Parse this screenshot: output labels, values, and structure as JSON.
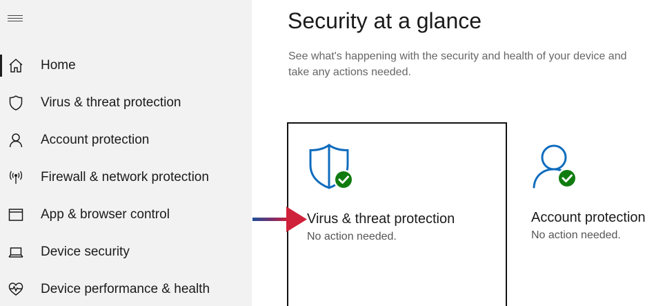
{
  "sidebar": {
    "items": [
      {
        "label": "Home",
        "icon": "home-icon",
        "active": true
      },
      {
        "label": "Virus & threat protection",
        "icon": "shield-icon"
      },
      {
        "label": "Account protection",
        "icon": "person-icon"
      },
      {
        "label": "Firewall & network protection",
        "icon": "antenna-icon"
      },
      {
        "label": "App & browser control",
        "icon": "browser-window-icon"
      },
      {
        "label": "Device security",
        "icon": "laptop-icon"
      },
      {
        "label": "Device performance & health",
        "icon": "heart-pulse-icon"
      }
    ]
  },
  "main": {
    "title": "Security at a glance",
    "subtitle": "See what's happening with the security and health of your device and take any actions needed.",
    "cards": [
      {
        "title": "Virus & threat protection",
        "status": "No action needed.",
        "icon": "shield-check-icon"
      },
      {
        "title": "Account protection",
        "status": "No action needed.",
        "icon": "person-check-icon"
      }
    ]
  },
  "colors": {
    "accent_blue": "#0f6cbd",
    "check_green": "#107c10",
    "sidebar_bg": "#f2f2f2",
    "arrow_start": "#1f4e9a",
    "arrow_end": "#d0213a"
  }
}
